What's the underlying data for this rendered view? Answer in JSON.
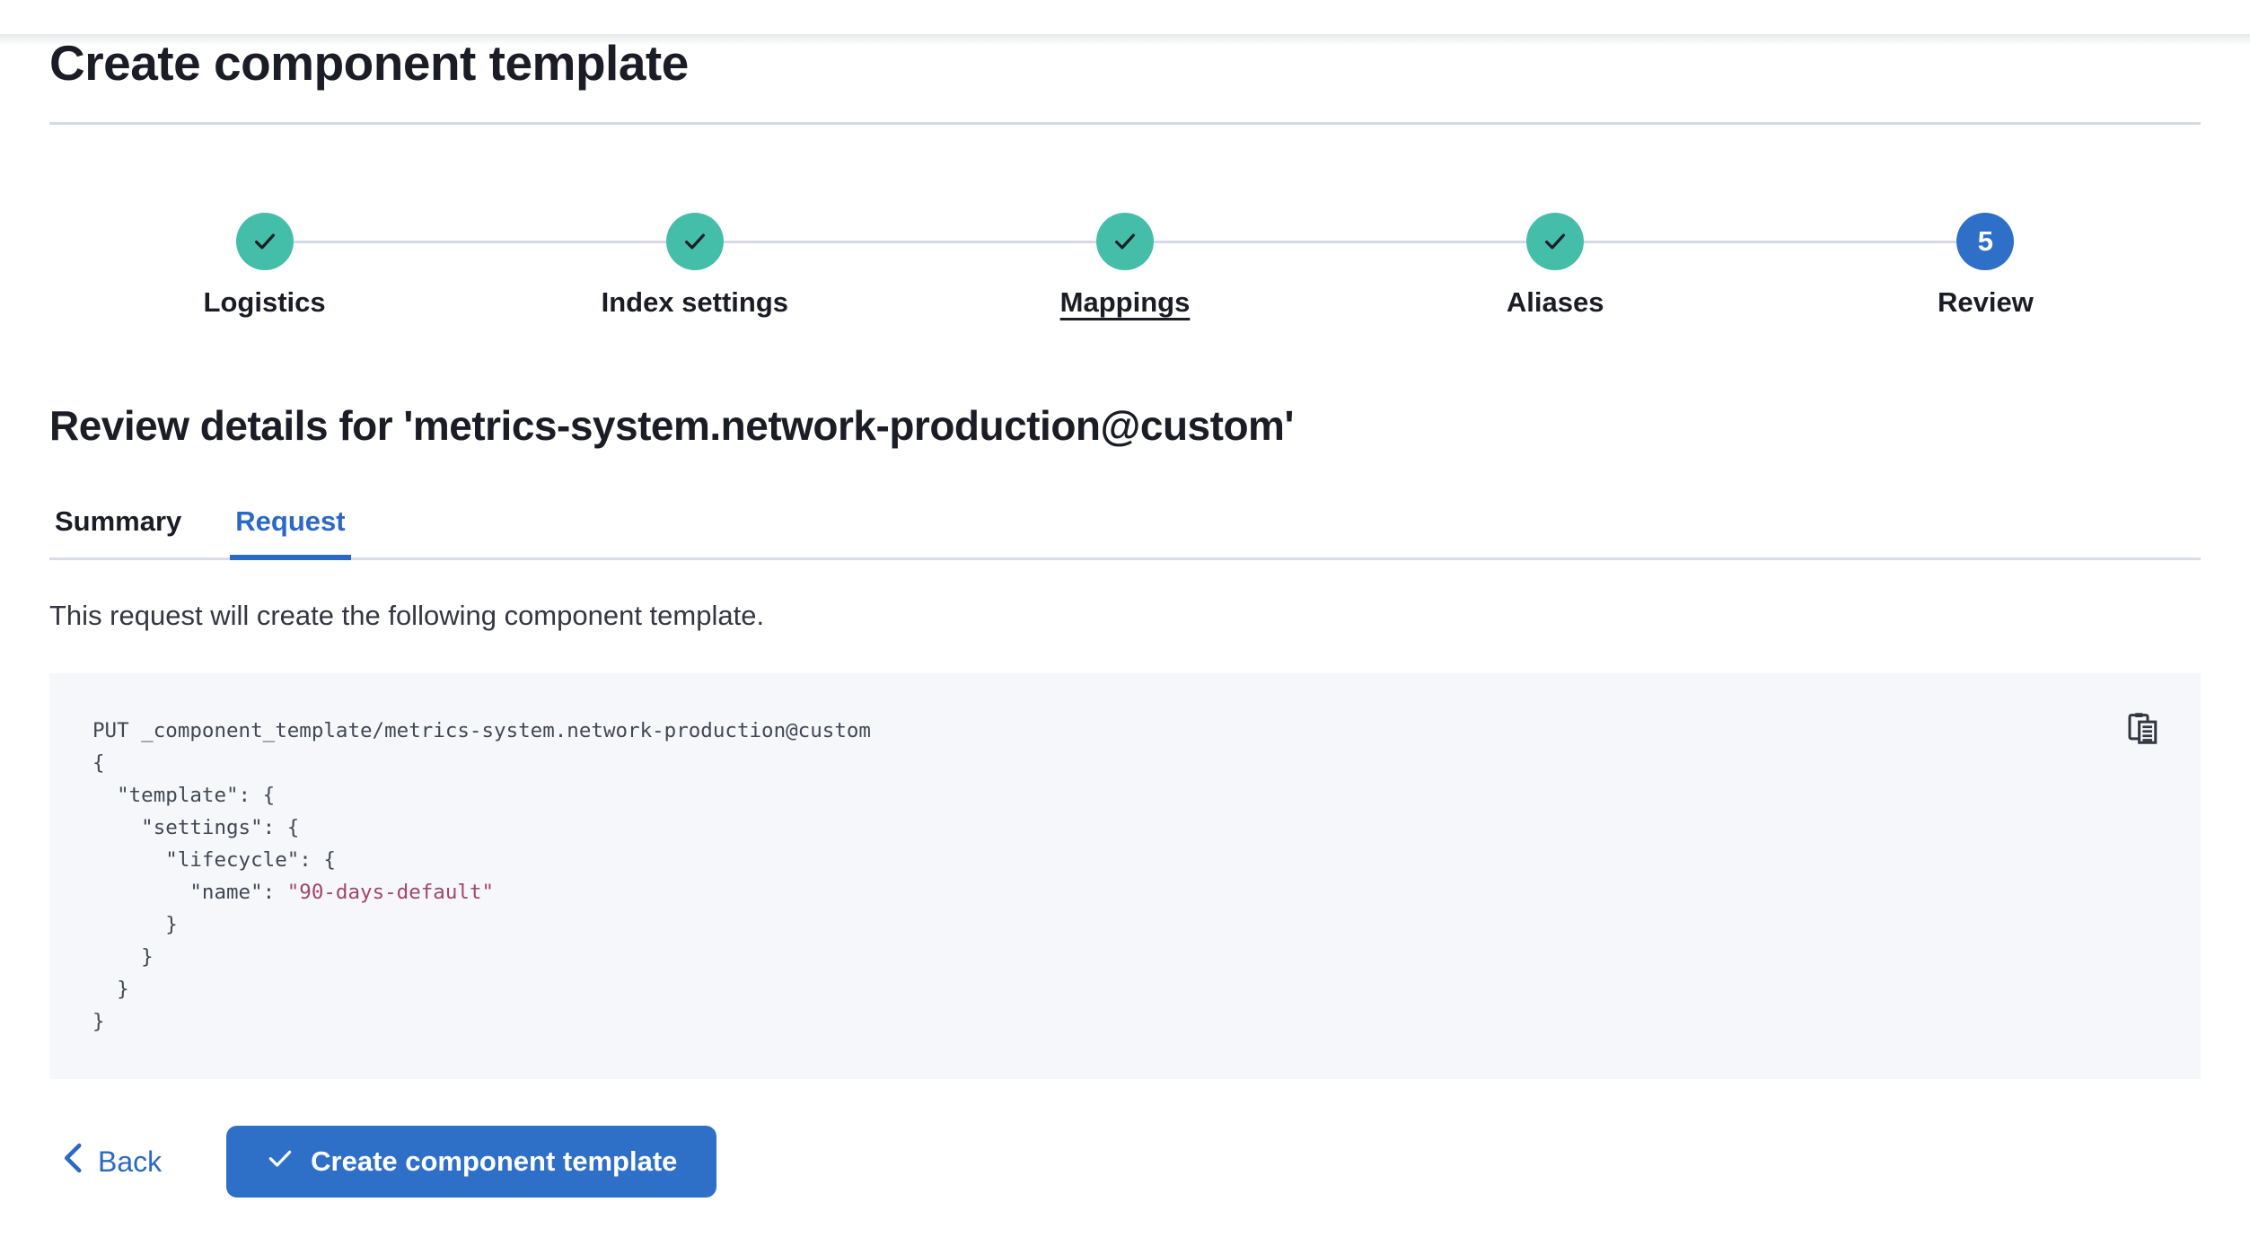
{
  "page": {
    "title": "Create component template"
  },
  "steps": {
    "items": [
      {
        "label": "Logistics",
        "status": "complete",
        "icon": "check-icon"
      },
      {
        "label": "Index settings",
        "status": "complete",
        "icon": "check-icon"
      },
      {
        "label": "Mappings",
        "status": "complete",
        "icon": "check-icon",
        "underlined": true
      },
      {
        "label": "Aliases",
        "status": "complete",
        "icon": "check-icon"
      },
      {
        "label": "Review",
        "status": "current",
        "number": "5"
      }
    ]
  },
  "review": {
    "heading": "Review details for 'metrics-system.network-production@custom'",
    "tabs": [
      {
        "label": "Summary",
        "active": false
      },
      {
        "label": "Request",
        "active": true
      }
    ],
    "description": "This request will create the following component template."
  },
  "code_block": {
    "copy_icon": "copy-clipboard-icon",
    "lines": [
      [
        {
          "t": "PUT _component_template/metrics-system.network-production@custom"
        }
      ],
      [
        {
          "t": "{"
        }
      ],
      [
        {
          "t": "  \"template\": {"
        }
      ],
      [
        {
          "t": "    \"settings\": {"
        }
      ],
      [
        {
          "t": "      \"lifecycle\": {"
        }
      ],
      [
        {
          "t": "        \"name\": "
        },
        {
          "t": "\"90-days-default\"",
          "c": "string"
        }
      ],
      [
        {
          "t": "      }"
        }
      ],
      [
        {
          "t": "    }"
        }
      ],
      [
        {
          "t": "  }"
        }
      ],
      [
        {
          "t": "}"
        }
      ]
    ]
  },
  "footer": {
    "back_label": "Back",
    "create_label": "Create component template"
  },
  "colors": {
    "teal": "#45bea9",
    "blue_fill": "#2e70c8",
    "blue_text": "#2c69c6",
    "divider": "#d5d9e3",
    "code_bg": "#f5f7fa",
    "code_text": "#414855",
    "code_string": "#a3456a",
    "text_dark": "#1a1d26"
  }
}
